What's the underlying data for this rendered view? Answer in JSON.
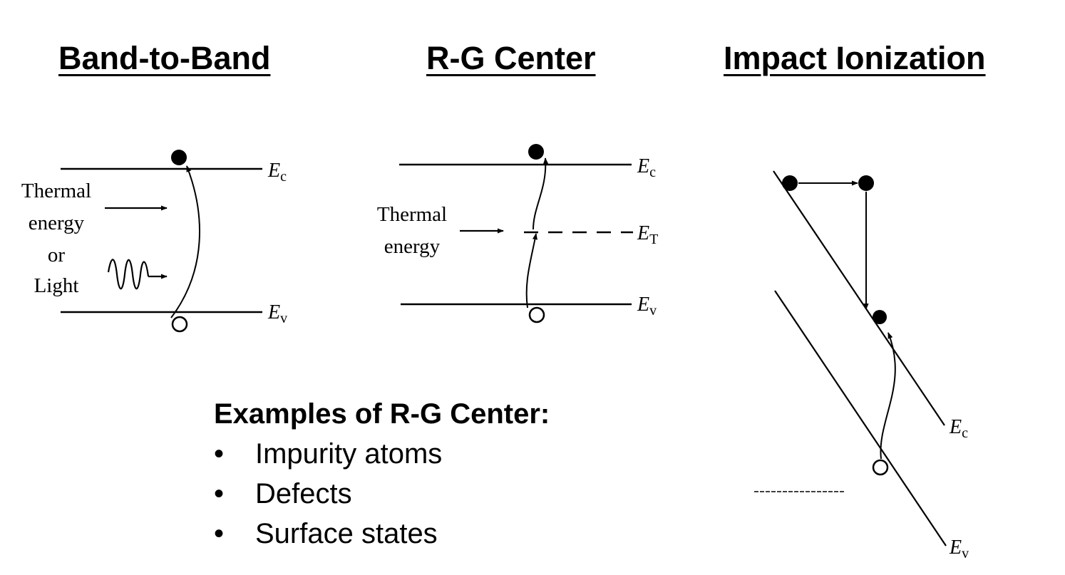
{
  "titles": {
    "band_to_band": "Band-to-Band",
    "rg_center": "R-G Center",
    "impact_ionization": "Impact Ionization"
  },
  "band_to_band": {
    "ec_label": "E",
    "ec_sub": "c",
    "ev_label": "E",
    "ev_sub": "v",
    "energy_text": [
      "Thermal",
      "energy",
      "or",
      "Light"
    ]
  },
  "rg_center": {
    "ec_label": "E",
    "ec_sub": "c",
    "et_label": "E",
    "et_sub": "T",
    "ev_label": "E",
    "ev_sub": "v",
    "energy_text": [
      "Thermal",
      "energy"
    ]
  },
  "impact_ionization": {
    "ec_label": "E",
    "ec_sub": "c",
    "ev_label": "E",
    "ev_sub": "v"
  },
  "examples": {
    "heading": "Examples of R-G Center:",
    "items": [
      "Impurity atoms",
      "Defects",
      "Surface states"
    ]
  }
}
